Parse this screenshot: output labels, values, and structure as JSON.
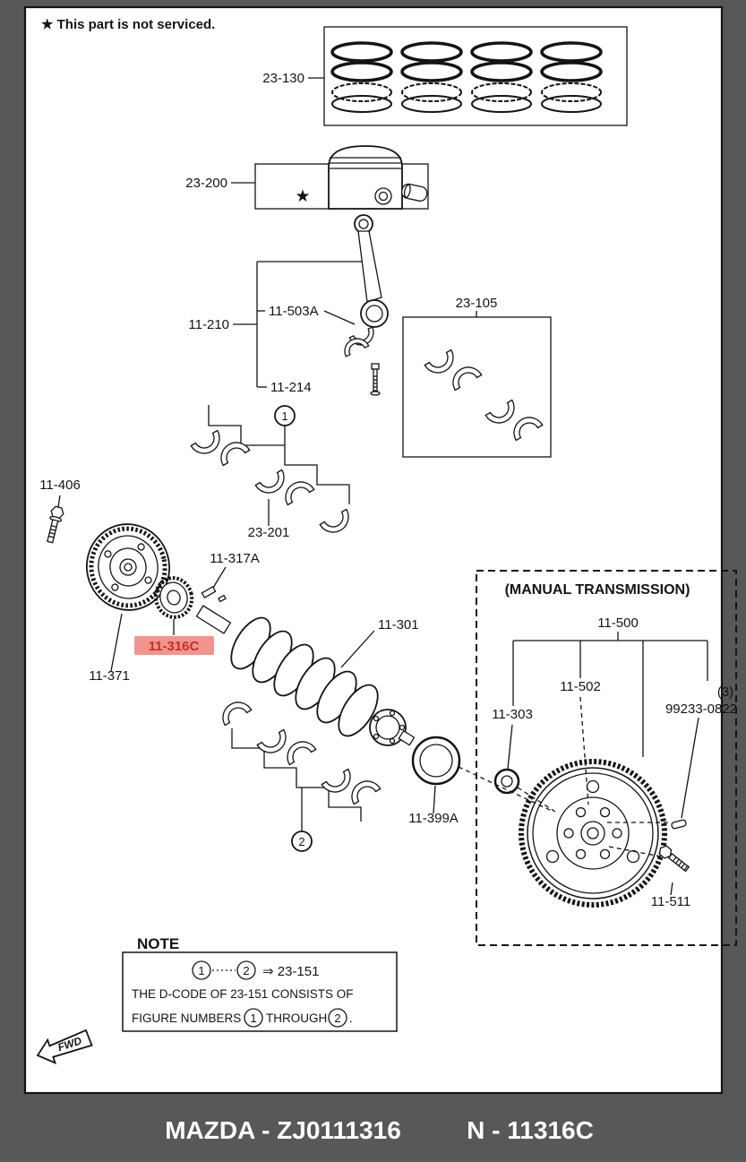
{
  "colors": {
    "frame": "#57585a",
    "paper": "#ffffff",
    "ink": "#141414",
    "highlight_bg": "#f2948e",
    "highlight_text": "#c22f2a"
  },
  "header": {
    "star_note": "★ This part is not serviced."
  },
  "markers": {
    "star": "★",
    "circle_one": "1",
    "circle_two": "2"
  },
  "labels": {
    "p23_130": "23-130",
    "p23_200": "23-200",
    "p11_210": "11-210",
    "p11_503A": "11-503A",
    "p11_214": "11-214",
    "p23_105": "23-105",
    "p23_201": "23-201",
    "p11_406": "11-406",
    "p11_371": "11-371",
    "p11_317A": "11-317A",
    "p11_316C": "11-316C",
    "p11_301": "11-301",
    "p11_399A": "11-399A"
  },
  "manual_transmission": {
    "title": "(MANUAL TRANSMISSION)",
    "p11_500": "11-500",
    "p11_502": "11-502",
    "p11_303": "11-303",
    "qty3": "(3)",
    "p99233_0822": "99233-0822",
    "p11_511": "11-511"
  },
  "note": {
    "title": "NOTE",
    "seq_result": "⇒ 23-151",
    "line2": "THE D-CODE OF  23-151  CONSISTS OF",
    "line3_pre": "FIGURE NUMBERS",
    "line3_mid": "THROUGH",
    "line3_end": "."
  },
  "fwd": {
    "label": "FWD"
  },
  "footer": {
    "left": "MAZDA - ZJ0111316",
    "right": "N - 11316C"
  }
}
